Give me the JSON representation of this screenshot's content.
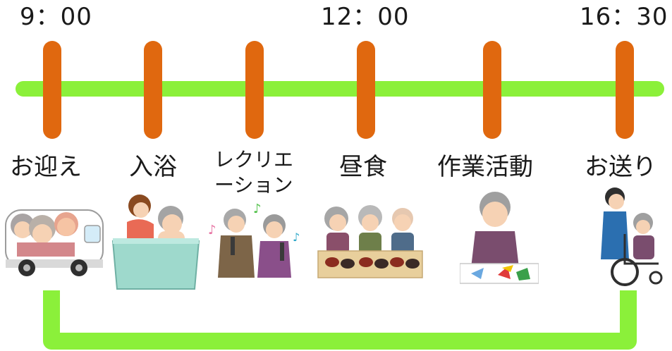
{
  "times": {
    "start": "9：00",
    "lunch": "12：00",
    "end": "16：30"
  },
  "steps": [
    {
      "id": "pickup",
      "label": "お迎え",
      "icon": "van-pickup-illustration"
    },
    {
      "id": "bath",
      "label": "入浴",
      "icon": "bath-illustration"
    },
    {
      "id": "recreation",
      "label_line1": "レクリエ",
      "label_line2": "ーション",
      "icon": "karaoke-illustration"
    },
    {
      "id": "lunch",
      "label": "昼食",
      "icon": "lunch-illustration"
    },
    {
      "id": "work",
      "label": "作業活動",
      "icon": "origami-illustration"
    },
    {
      "id": "dropoff",
      "label": "お送り",
      "icon": "wheelchair-illustration"
    }
  ],
  "colors": {
    "timeline": "#8bf03a",
    "tick": "#e0680f",
    "loop": "#8bf03a"
  }
}
